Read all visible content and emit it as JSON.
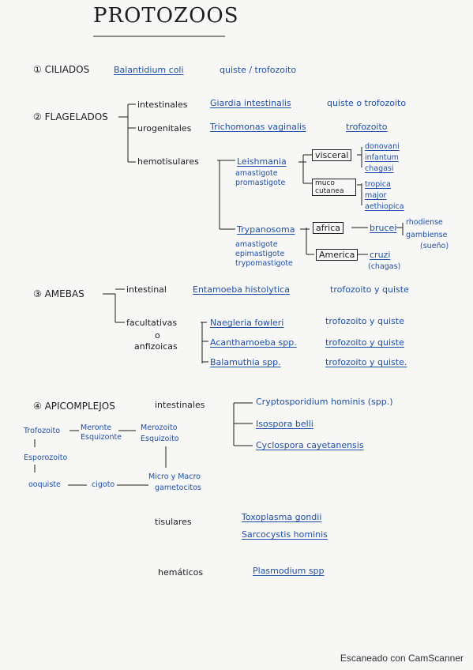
{
  "title": "PROTOZOOS",
  "ciliados": {
    "heading": "① CILIADOS",
    "species": "Balantidium coli",
    "forms": "quiste / trofozoito"
  },
  "flagelados": {
    "heading": "② FLAGELADOS",
    "intestinales": {
      "label": "intestinales",
      "species": "Giardia intestinalis",
      "forms": "quiste o trofozoito"
    },
    "urogenitales": {
      "label": "urogenitales",
      "species": "Trichomonas vaginalis",
      "forms": "trofozoito"
    },
    "hemotisulares": {
      "label": "hemotisulares",
      "leishmania": {
        "name": "Leishmania",
        "forms": [
          "amastigote",
          "promastigote"
        ],
        "visceral": {
          "label": "visceral",
          "species": [
            "donovani",
            "infantum",
            "chagasi"
          ]
        },
        "mucocutanea": {
          "label": "muco cutanea",
          "species": [
            "tropica",
            "major",
            "aethiopica"
          ]
        }
      },
      "trypanosoma": {
        "name": "Trypanosoma",
        "forms": [
          "amastigote",
          "epimastigote",
          "trypomastigote"
        ],
        "africa": {
          "label": "africa",
          "species": "brucei",
          "subspecies": [
            "rhodiense",
            "gambiense"
          ],
          "note": "(sueño)"
        },
        "america": {
          "label": "America",
          "species": "cruzi",
          "note": "(chagas)"
        }
      }
    }
  },
  "amebas": {
    "heading": "③ AMEBAS",
    "intestinal": {
      "label": "intestinal",
      "species": "Entamoeba histolytica",
      "forms": "trofozoito y quiste"
    },
    "facultativas": {
      "label1": "facultativas",
      "label2": "o",
      "label3": "anfizoicas",
      "items": [
        {
          "species": "Naegleria fowleri",
          "forms": "trofozoito y quiste"
        },
        {
          "species": "Acanthamoeba spp.",
          "forms": "trofozoito y quiste"
        },
        {
          "species": "Balamuthia spp.",
          "forms": "trofozoito y quiste."
        }
      ]
    }
  },
  "apicomplejos": {
    "heading": "④ APICOMPLEJOS",
    "intestinales": {
      "label": "intestinales",
      "species": [
        "Cryptosporidium hominis (spp.)",
        "Isospora belli",
        "Cyclospora cayetanensis"
      ]
    },
    "cycle": {
      "trofozoito": "Trofozoito",
      "merontes": [
        "Meronte",
        "Esquizonte"
      ],
      "merozoitos": [
        "Merozoito",
        "Esquizoito"
      ],
      "gametocitos": [
        "Micro y Macro",
        "gametocitos"
      ],
      "cigoto": "cigoto",
      "ooquiste": "ooquiste",
      "esporozoito": "Esporozoito"
    },
    "tisulares": {
      "label": "tisulares",
      "species": [
        "Toxoplasma gondii",
        "Sarcocystis hominis"
      ]
    },
    "hematicos": {
      "label": "hemáticos",
      "species": "Plasmodium spp"
    }
  },
  "footer": "Escaneado con CamScanner"
}
